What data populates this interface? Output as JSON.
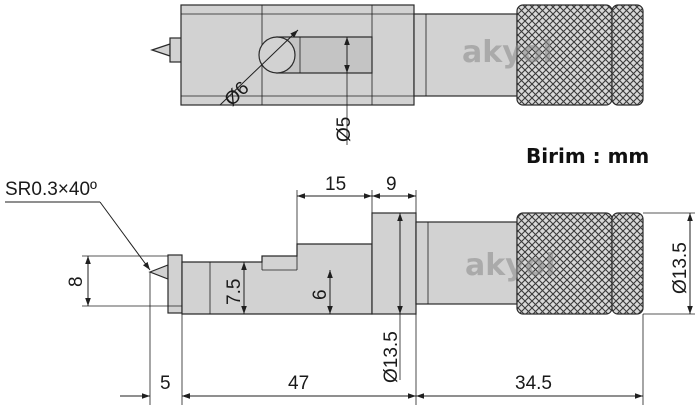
{
  "unit_label": "Birim : mm",
  "watermark": "akyol",
  "dimensions": {
    "top_d6": "Ø6",
    "top_d5": "Ø5",
    "sr": "SR0.3×40º",
    "w15": "15",
    "w9": "9",
    "h8": "8",
    "h7_5": "7.5",
    "h6": "6",
    "d13_5_mid": "Ø13.5",
    "d13_5_right": "Ø13.5",
    "l5": "5",
    "l47": "47",
    "l34_5": "34.5"
  },
  "colors": {
    "body": "#d2d2d2",
    "line": "#1f1f1f",
    "watermark": "#8a8a8a"
  }
}
